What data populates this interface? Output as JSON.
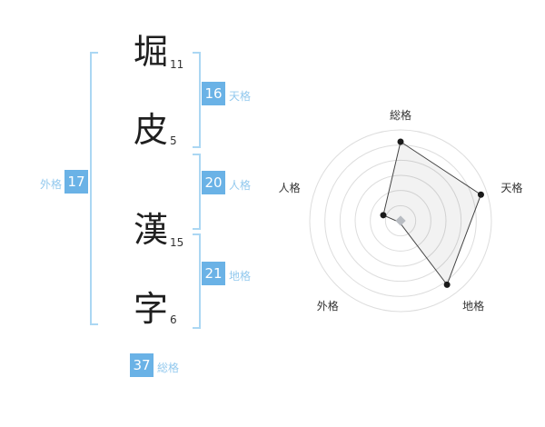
{
  "name_display": {
    "characters": [
      {
        "char": "堀",
        "strokes": "11"
      },
      {
        "char": "皮",
        "strokes": "5"
      },
      {
        "char": "漢",
        "strokes": "15"
      },
      {
        "char": "字",
        "strokes": "6"
      }
    ]
  },
  "kaku": {
    "tenkaku": {
      "value": "16",
      "label": "天格"
    },
    "jinkaku": {
      "value": "20",
      "label": "人格"
    },
    "chikaku": {
      "value": "21",
      "label": "地格"
    },
    "gaikaku": {
      "value": "17",
      "label": "外格"
    },
    "soukaku": {
      "value": "37",
      "label": "総格"
    }
  },
  "colors": {
    "badge_background": "#6ab2e6",
    "kaku_label_text": "#93c9ee",
    "bracket_line": "#abd7f3",
    "radar_grid": "#dddddd",
    "radar_polygon_stroke": "#444444",
    "radar_polygon_fill": "rgba(0,0,0,0.05)",
    "radar_dot": "#1a1a1a",
    "radar_center_marker": "#b8bcc2",
    "radar_label_text": "#333333"
  },
  "chart_data": {
    "type": "radar",
    "title": "",
    "legend": "none",
    "axes": [
      "総格",
      "天格",
      "地格",
      "外格",
      "人格"
    ],
    "values_fraction_of_outer_ring": [
      0.87,
      0.93,
      0.87,
      0.02,
      0.2
    ],
    "rings": 6
  }
}
